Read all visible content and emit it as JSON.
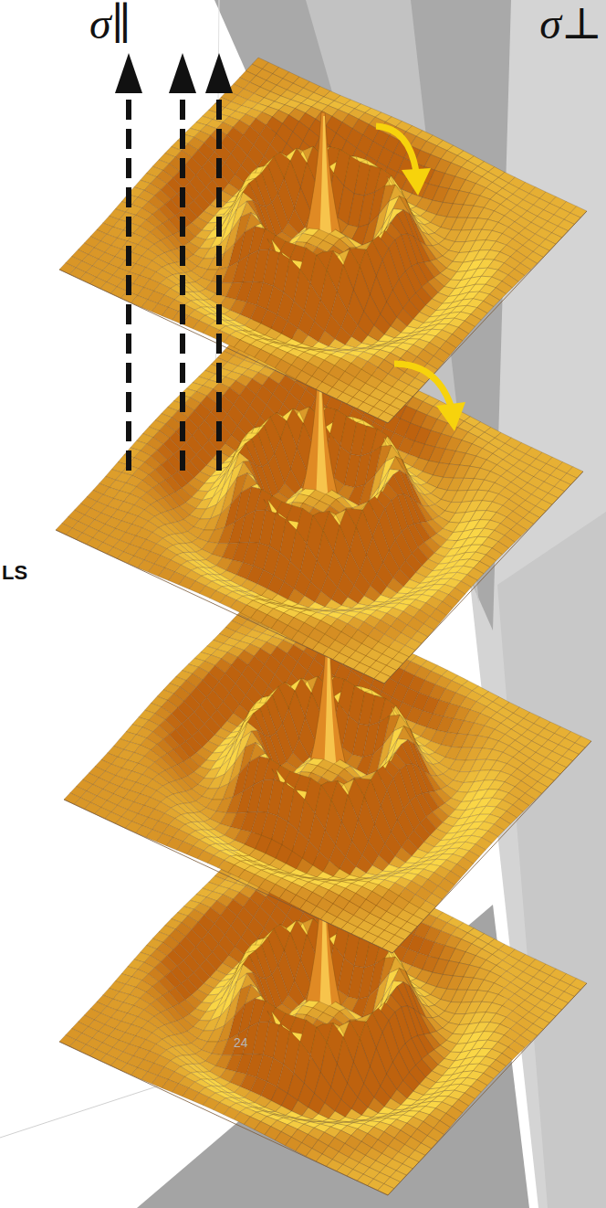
{
  "diagram": {
    "labels": [
      "σ∥",
      "σ⊥",
      "LS",
      "24"
    ]
  }
}
